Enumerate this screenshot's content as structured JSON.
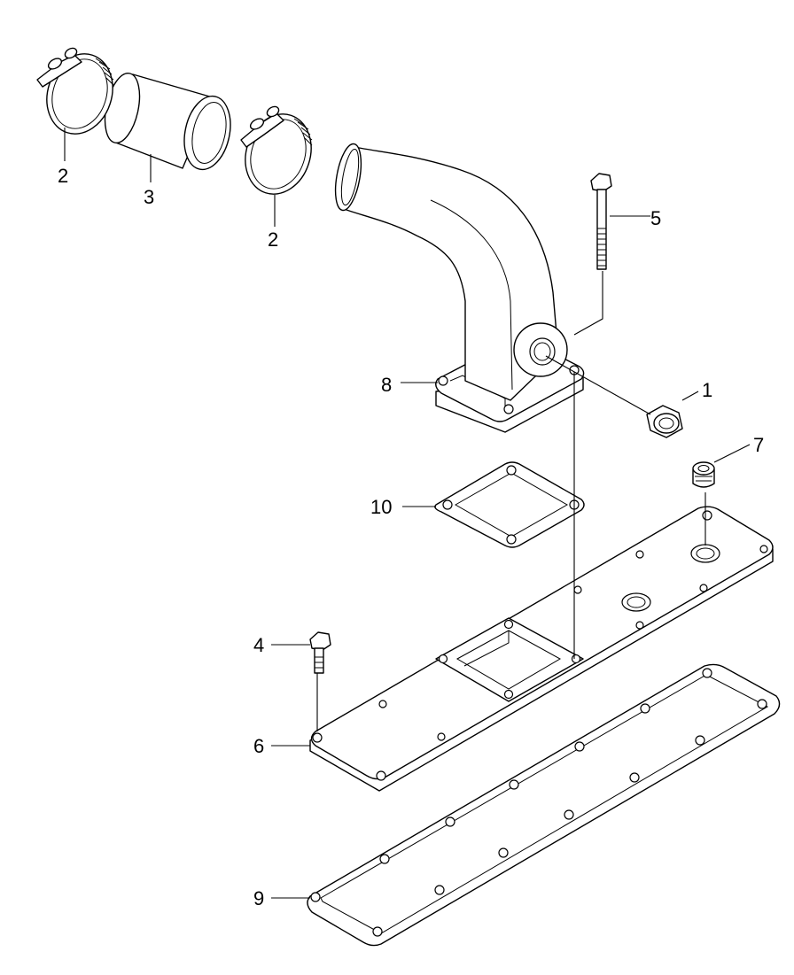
{
  "callouts": [
    {
      "id": "c1",
      "text": "1"
    },
    {
      "id": "c2a",
      "text": "2"
    },
    {
      "id": "c2b",
      "text": "2"
    },
    {
      "id": "c3",
      "text": "3"
    },
    {
      "id": "c4",
      "text": "4"
    },
    {
      "id": "c5",
      "text": "5"
    },
    {
      "id": "c6",
      "text": "6"
    },
    {
      "id": "c7",
      "text": "7"
    },
    {
      "id": "c8",
      "text": "8"
    },
    {
      "id": "c9",
      "text": "9"
    },
    {
      "id": "c10",
      "text": "10"
    }
  ],
  "colors": {
    "line": "#000000",
    "background": "#ffffff"
  }
}
